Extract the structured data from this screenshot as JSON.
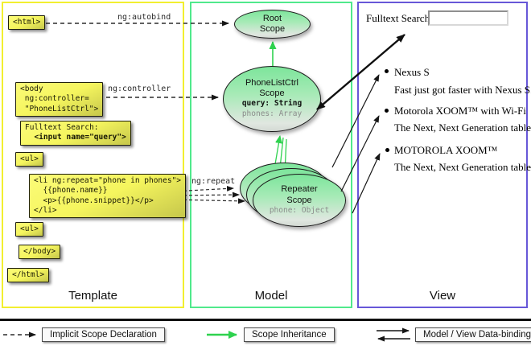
{
  "template_panel": {
    "label": "Template",
    "html_open": "<html>",
    "body_open": "<body\n ng:controller=\n \"PhoneListCtrl\">",
    "fulltext_label": "Fulltext Search:",
    "fulltext_input": "  <input name=\"query\">",
    "ul_open": "<ul>",
    "li_repeat": "<li ng:repeat=\"phone in phones\">\n  {{phone.name}}\n  <p>{{phone.snippet}}</p>\n</li>",
    "ul_close": "<ul>",
    "body_close": "</body>",
    "html_close": "</html>"
  },
  "annotations": {
    "autobind": "ng:autobind",
    "controller": "ng:controller",
    "repeat": "ng:repeat"
  },
  "model_panel": {
    "label": "Model",
    "root_scope": {
      "title": "Root\nScope"
    },
    "phonelist_scope": {
      "title": "PhoneListCtrl\nScope",
      "query": "query: String",
      "phones": "phones: Array"
    },
    "repeater_scope": {
      "title": "Repeater\nScope",
      "phone": "phone: Object"
    }
  },
  "view_panel": {
    "label": "View",
    "search_label": "Fulltext Search:",
    "search_value": "",
    "items": [
      {
        "title": "Nexus S",
        "subtitle": "Fast just got faster with Nexus S."
      },
      {
        "title": "Motorola XOOM™  with Wi-Fi",
        "subtitle": "The Next, Next Generation tablet."
      },
      {
        "title": "MOTOROLA XOOM™",
        "subtitle": "The Next, Next Generation tablet."
      }
    ]
  },
  "legend": {
    "implicit": "Implicit Scope Declaration",
    "inheritance": "Scope Inheritance",
    "binding": "Model / View Data-binding"
  },
  "colors": {
    "template_border": "#f2ef30",
    "model_border": "#50e98c",
    "view_border": "#6757d8",
    "inheritance_green": "#2ed24e",
    "code_box_yellow": "#f5f55e"
  }
}
